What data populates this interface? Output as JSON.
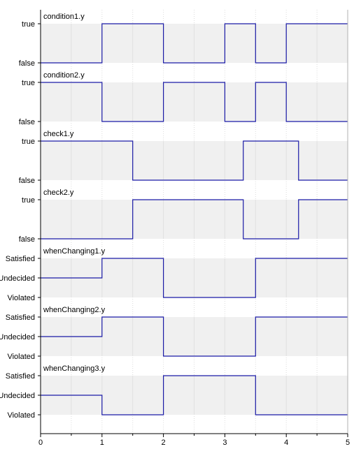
{
  "chart_data": [
    {
      "type": "line",
      "step": "post",
      "title": "condition1.y",
      "y_levels": [
        "false",
        "true"
      ],
      "x": [
        0,
        1,
        2,
        3,
        3.5,
        4,
        5
      ],
      "y": [
        "false",
        "true",
        "false",
        "true",
        "false",
        "true",
        "true"
      ],
      "xlim": [
        0,
        5
      ]
    },
    {
      "type": "line",
      "step": "post",
      "title": "condition2.y",
      "y_levels": [
        "false",
        "true"
      ],
      "x": [
        0,
        1,
        2,
        3,
        3.5,
        4,
        5
      ],
      "y": [
        "true",
        "false",
        "true",
        "false",
        "true",
        "false",
        "false"
      ],
      "xlim": [
        0,
        5
      ]
    },
    {
      "type": "line",
      "step": "post",
      "title": "check1.y",
      "y_levels": [
        "false",
        "true"
      ],
      "x": [
        0,
        1.5,
        3.3,
        4.2,
        5
      ],
      "y": [
        "true",
        "false",
        "true",
        "false",
        "false"
      ],
      "xlim": [
        0,
        5
      ]
    },
    {
      "type": "line",
      "step": "post",
      "title": "check2.y",
      "y_levels": [
        "false",
        "true"
      ],
      "x": [
        0,
        1.5,
        3.3,
        4.2,
        5
      ],
      "y": [
        "false",
        "true",
        "false",
        "true",
        "true"
      ],
      "xlim": [
        0,
        5
      ]
    },
    {
      "type": "line",
      "step": "post",
      "title": "whenChanging1.y",
      "y_levels": [
        "Violated",
        "Undecided",
        "Satisfied"
      ],
      "x": [
        0,
        1,
        2,
        3.5,
        5
      ],
      "y": [
        "Undecided",
        "Satisfied",
        "Violated",
        "Satisfied",
        "Satisfied"
      ],
      "xlim": [
        0,
        5
      ]
    },
    {
      "type": "line",
      "step": "post",
      "title": "whenChanging2.y",
      "y_levels": [
        "Violated",
        "Undecided",
        "Satisfied"
      ],
      "x": [
        0,
        1,
        2,
        3.5,
        5
      ],
      "y": [
        "Undecided",
        "Satisfied",
        "Violated",
        "Satisfied",
        "Satisfied"
      ],
      "xlim": [
        0,
        5
      ]
    },
    {
      "type": "line",
      "step": "post",
      "title": "whenChanging3.y",
      "y_levels": [
        "Violated",
        "Undecided",
        "Satisfied"
      ],
      "x": [
        0,
        1,
        2,
        3.5,
        5
      ],
      "y": [
        "Undecided",
        "Violated",
        "Satisfied",
        "Violated",
        "Violated"
      ],
      "xlim": [
        0,
        5
      ]
    }
  ],
  "x_axis": {
    "ticks": [
      0,
      1,
      2,
      3,
      4,
      5
    ],
    "tick_labels": [
      "0",
      "1",
      "2",
      "3",
      "4",
      "5"
    ]
  },
  "colors": {
    "line": "#1a1aa6",
    "band": "#f0f0f0",
    "grid": "#dcdcdc",
    "axis": "#000000"
  }
}
